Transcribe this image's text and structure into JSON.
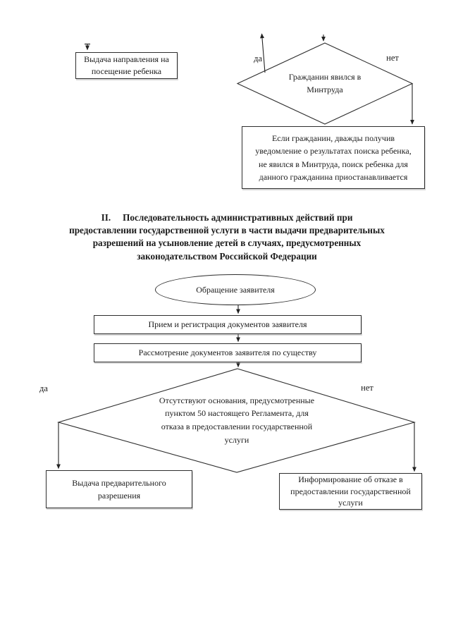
{
  "colors": {
    "background": "#ffffff",
    "ink": "#1b1b1b",
    "line": "#2a2a2a"
  },
  "top_flow": {
    "referral_box": {
      "lines": [
        "Выдача направления на",
        "посещение ребенка"
      ]
    },
    "decision_visit": {
      "lines": [
        "Гражданин явился в",
        "Минтруда"
      ]
    },
    "label_yes": "да",
    "label_no": "нет",
    "suspend_box": {
      "lines": [
        "Если гражданин, дважды получив",
        "уведомление о результатах поиска ребенка,",
        "не явился в Минтруда, поиск ребенка для",
        "данного гражданина приостанавливается"
      ]
    }
  },
  "section_heading": {
    "numeral": "II.",
    "lines": [
      "Последовательность административных действий при",
      "предоставлении государственной услуги в части выдачи предварительных",
      "разрешений на усыновление детей в случаях, предусмотренных",
      "законодательством Российской Федерации"
    ]
  },
  "main_flow": {
    "start_oval": {
      "label": "Обращение заявителя"
    },
    "step_reception": {
      "label": "Прием и регистрация документов заявителя"
    },
    "step_review": {
      "label": "Рассмотрение документов заявителя по существу"
    },
    "decision_grounds": {
      "lines": [
        "Отсутствуют основания, предусмотренные",
        "пунктом 50 настоящего Регламента, для",
        "отказа в предоставлении государственной",
        "услуги"
      ]
    },
    "label_yes": "да",
    "label_no": "нет",
    "grant_box": {
      "lines": [
        "Выдача предварительного",
        "разрешения"
      ]
    },
    "refuse_box": {
      "lines": [
        "Информирование об отказе в",
        "предоставлении государственной",
        "услуги"
      ]
    }
  }
}
